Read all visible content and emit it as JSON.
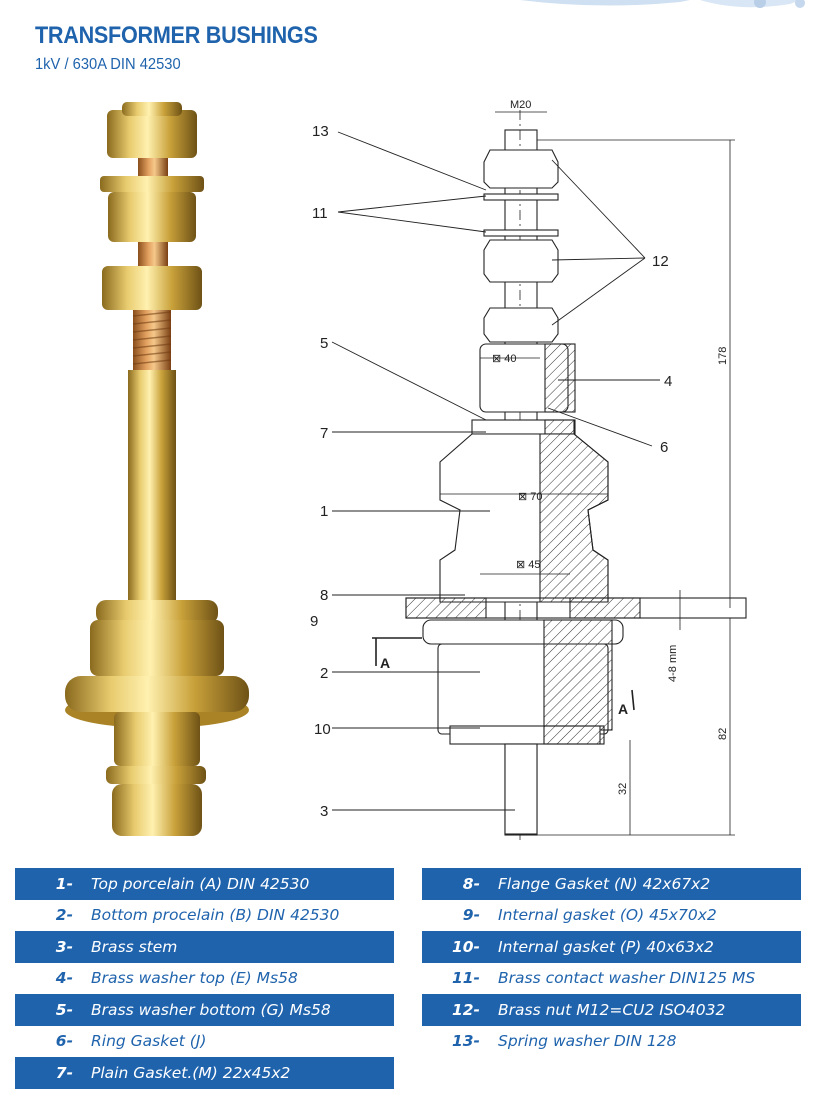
{
  "header": {
    "title": "TRANSFORMER BUSHINGS",
    "subtitle": "1kV / 630A DIN 42530"
  },
  "drawing": {
    "callouts": [
      "13",
      "11",
      "12",
      "5",
      "4",
      "7",
      "6",
      "1",
      "8",
      "9",
      "2",
      "10",
      "3"
    ],
    "dimensions": {
      "thread": "M20",
      "d40": "⊠ 40",
      "d70": "⊠ 70",
      "d45": "⊠ 45",
      "height_total": "178",
      "height_lower": "82",
      "height_stem": "32",
      "gap": "4-8 mm"
    },
    "section_marker": "A"
  },
  "parts": {
    "left": [
      {
        "num": "1-",
        "desc": "Top porcelain (A) DIN 42530"
      },
      {
        "num": "2-",
        "desc": "Bottom procelain (B) DIN 42530"
      },
      {
        "num": "3-",
        "desc": "Brass stem"
      },
      {
        "num": "4-",
        "desc": "Brass washer top (E) Ms58"
      },
      {
        "num": "5-",
        "desc": "Brass washer bottom (G) Ms58"
      },
      {
        "num": "6-",
        "desc": "Ring Gasket (J)"
      },
      {
        "num": "7-",
        "desc": "Plain Gasket.(M) 22x45x2"
      }
    ],
    "right": [
      {
        "num": "8-",
        "desc": "Flange Gasket (N) 42x67x2"
      },
      {
        "num": "9-",
        "desc": "Internal gasket (O) 45x70x2"
      },
      {
        "num": "10-",
        "desc": "Internal gasket (P) 40x63x2"
      },
      {
        "num": "11-",
        "desc": "Brass contact washer DIN125 MS"
      },
      {
        "num": "12-",
        "desc": "Brass nut M12=CU2 ISO4032"
      },
      {
        "num": "13-",
        "desc": "Spring washer DIN 128"
      }
    ]
  },
  "colors": {
    "accent": "#1f63ad",
    "brass": "#c9a13a"
  }
}
